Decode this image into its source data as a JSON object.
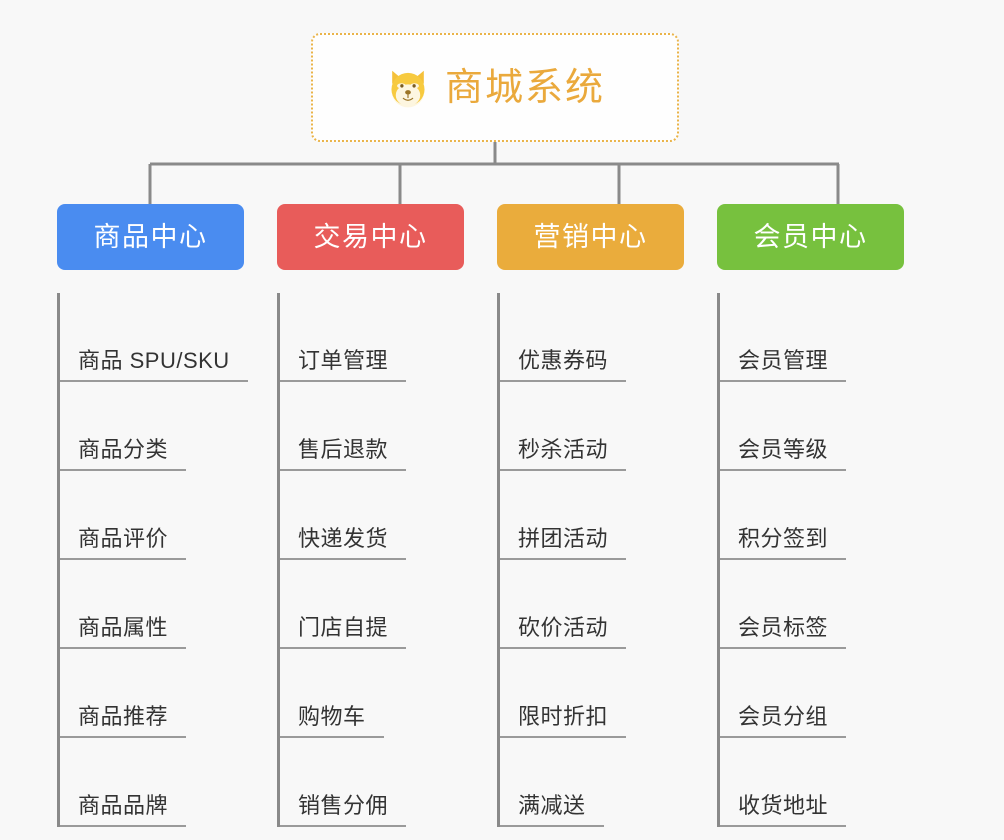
{
  "diagram": {
    "background_color": "#f8f8f8",
    "connector_color": "#8a8a8a",
    "root": {
      "title": "商城系统",
      "icon": "dog-face-emoji",
      "icon_glyph": "🐶",
      "text_color": "#eaa93c",
      "border_color": "#eab44a",
      "background_color": "#fefefe"
    },
    "categories": [
      {
        "label": "商品中心",
        "color": "#4a8cf0",
        "items": [
          "商品 SPU/SKU",
          "商品分类",
          "商品评价",
          "商品属性",
          "商品推荐",
          "商品品牌"
        ]
      },
      {
        "label": "交易中心",
        "color": "#e85c5a",
        "items": [
          "订单管理",
          "售后退款",
          "快递发货",
          "门店自提",
          "购物车",
          "销售分佣"
        ]
      },
      {
        "label": "营销中心",
        "color": "#eaac3c",
        "items": [
          "优惠券码",
          "秒杀活动",
          "拼团活动",
          "砍价活动",
          "限时折扣",
          "满减送"
        ]
      },
      {
        "label": "会员中心",
        "color": "#77c13e",
        "items": [
          "会员管理",
          "会员等级",
          "积分签到",
          "会员标签",
          "会员分组",
          "收货地址"
        ]
      }
    ]
  }
}
